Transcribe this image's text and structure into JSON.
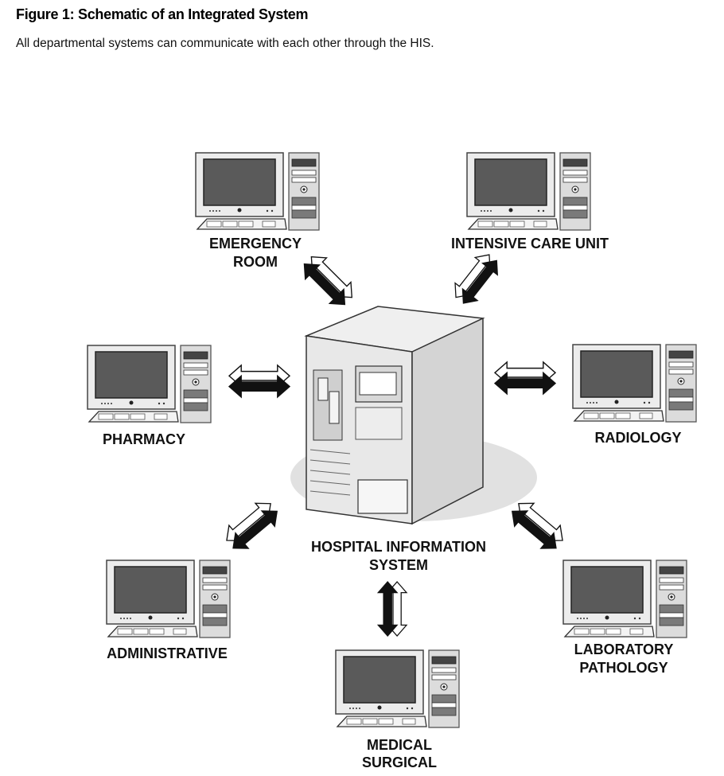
{
  "figure": {
    "title": "Figure 1: Schematic of an Integrated System",
    "caption": "All departmental systems can communicate with each other through the HIS."
  },
  "hub": {
    "label_line1": "HOSPITAL INFORMATION",
    "label_line2": "SYSTEM",
    "icon": "server-tower-icon"
  },
  "nodes": {
    "emergency": {
      "line1": "EMERGENCY",
      "line2": "ROOM",
      "icon": "workstation-icon"
    },
    "icu": {
      "line1": "INTENSIVE CARE UNIT",
      "icon": "workstation-icon"
    },
    "pharmacy": {
      "line1": "PHARMACY",
      "icon": "workstation-icon"
    },
    "radiology": {
      "line1": "RADIOLOGY",
      "icon": "workstation-icon"
    },
    "administrative": {
      "line1": "ADMINISTRATIVE",
      "icon": "workstation-icon"
    },
    "laboratory": {
      "line1": "LABORATORY",
      "line2": "PATHOLOGY",
      "icon": "workstation-icon"
    },
    "medical": {
      "line1": "MEDICAL",
      "line2": "SURGICAL",
      "icon": "workstation-icon"
    }
  },
  "colors": {
    "arrow_dark": "#111111",
    "arrow_light": "#ffffff",
    "monitor_screen": "#5a5a5a",
    "device_body": "#e6e6e6",
    "server_body": "#e2e2e2",
    "shadow": "#d0d0d0"
  }
}
